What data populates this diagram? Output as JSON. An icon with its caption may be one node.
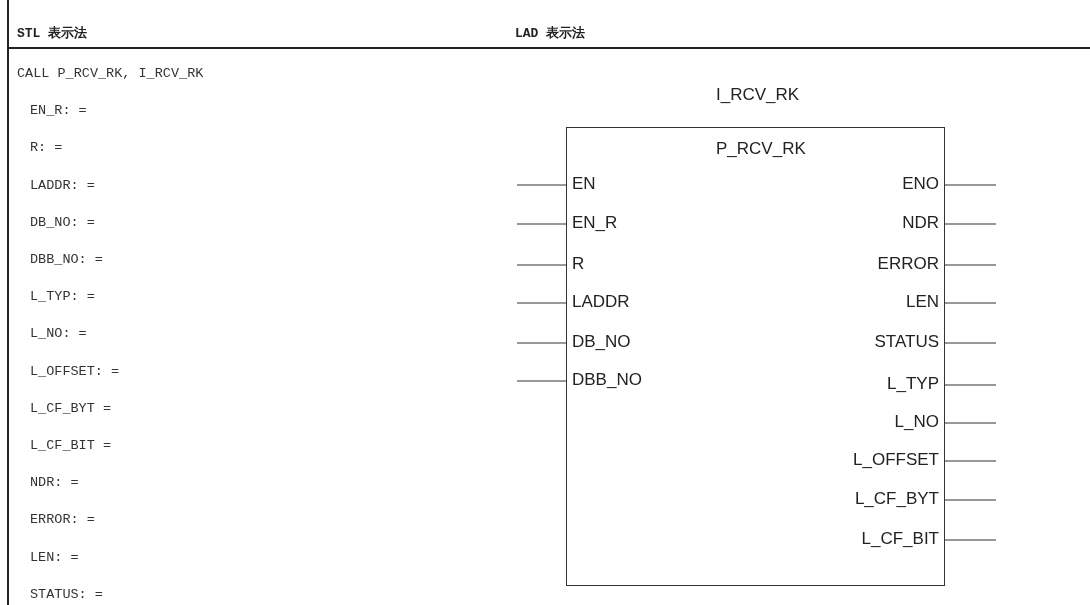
{
  "diagram": {
    "nodes": [
      {
        "text": [
          "I_RCV_RK",
          "P_RCV_RK"
        ]
      },
      {
        "text": [
          "EN"
        ],
        "in": 0
      },
      {
        "text": [
          "EN_R"
        ],
        "in": 0
      },
      {
        "text": [
          "R"
        ],
        "in": 0
      },
      {
        "text": [
          "LADDR"
        ],
        "in": 0
      },
      {
        "text": [
          "DB_NO"
        ],
        "in": 0
      },
      {
        "text": [
          "DBB_NO"
        ],
        "in": 0
      },
      {
        "text": [
          "ENO"
        ],
        "in": 0
      },
      {
        "text": [
          "NDR"
        ],
        "in": 0
      },
      {
        "text": [
          "ERROR"
        ],
        "in": 0
      },
      {
        "text": [
          "LEN"
        ],
        "in": 0
      },
      {
        "text": [
          "STATUS"
        ],
        "in": 0
      },
      {
        "text": [
          "L_TYP"
        ],
        "in": 0
      },
      {
        "text": [
          "L_NO"
        ],
        "in": 0
      },
      {
        "text": [
          "L_OFFSET"
        ],
        "in": 0
      },
      {
        "text": [
          "L_CF_BYT"
        ],
        "in": 0
      },
      {
        "text": [
          "L_CF_BIT"
        ],
        "in": 0
      }
    ],
    "edges": [
      {
        "from": null,
        "to": 1,
        "arrow": "none"
      },
      {
        "from": null,
        "to": 2,
        "arrow": "none"
      },
      {
        "from": null,
        "to": 3,
        "arrow": "none"
      },
      {
        "from": null,
        "to": 4,
        "arrow": "none"
      },
      {
        "from": null,
        "to": 5,
        "arrow": "none"
      },
      {
        "from": null,
        "to": 6,
        "arrow": "none"
      },
      {
        "from": 7,
        "to": null,
        "arrow": "none"
      },
      {
        "from": 8,
        "to": null,
        "arrow": "none"
      },
      {
        "from": 9,
        "to": null,
        "arrow": "none"
      },
      {
        "from": 10,
        "to": null,
        "arrow": "none"
      },
      {
        "from": 11,
        "to": null,
        "arrow": "none"
      },
      {
        "from": 12,
        "to": null,
        "arrow": "none"
      },
      {
        "from": 13,
        "to": null,
        "arrow": "none"
      },
      {
        "from": 14,
        "to": null,
        "arrow": "none"
      },
      {
        "from": 15,
        "to": null,
        "arrow": "none"
      },
      {
        "from": 16,
        "to": null,
        "arrow": "none"
      }
    ],
    "labels": [
      "STL 表示法",
      "LAD 表示法",
      "CALL P_RCV_RK, I_RCV_RK",
      "EN_R: =",
      "R: =",
      "LADDR: =",
      "DB_NO: =",
      "DBB_NO: =",
      "L_TYP: =",
      "L_NO: =",
      "L_OFFSET: =",
      "L_CF_BYT =",
      "L_CF_BIT =",
      "NDR: =",
      "ERROR: =",
      "LEN: =",
      "STATUS: ="
    ]
  }
}
